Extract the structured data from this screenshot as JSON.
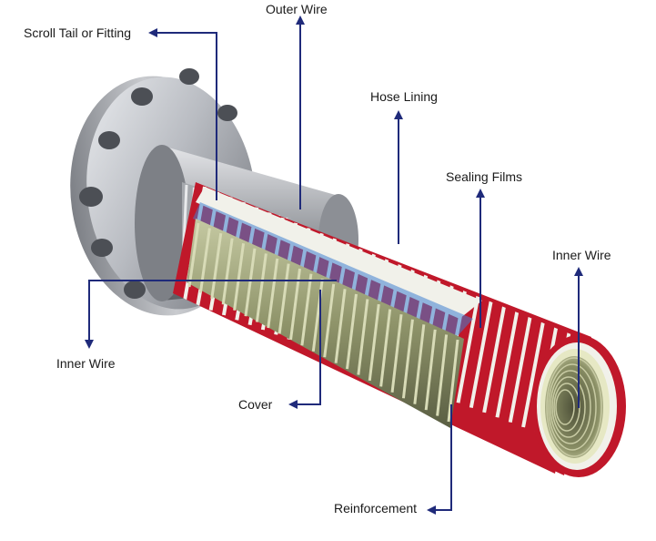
{
  "labels": {
    "outer_wire": "Outer Wire",
    "scroll_tail": "Scroll Tail or Fitting",
    "hose_lining": "Hose Lining",
    "sealing_films": "Sealing Films",
    "inner_wire_right": "Inner Wire",
    "inner_wire_left": "Inner Wire",
    "cover": "Cover",
    "reinforcement": "Reinforcement"
  },
  "colors": {
    "arrow": "#1f2a7a",
    "cover_red": "#c0182a",
    "hose_white": "#f1f1ea",
    "film_cream": "#e6e8c4",
    "inner_wire_olive": "#8e9467",
    "metal_light": "#d9dadd",
    "metal_dark": "#6e7176",
    "blue_film": "#3f7fd0"
  }
}
